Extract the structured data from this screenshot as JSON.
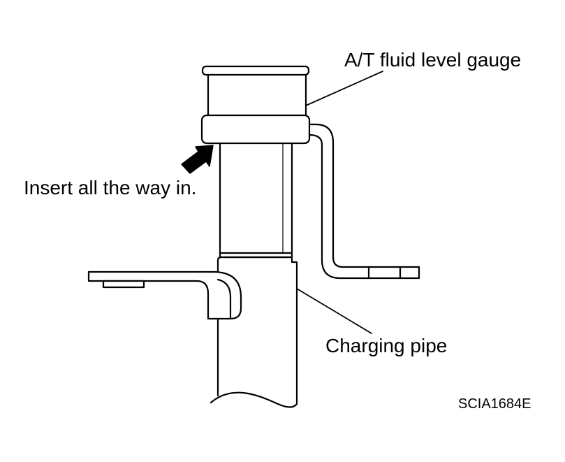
{
  "labels": {
    "gauge": "A/T fluid level gauge",
    "insert": "Insert all the way in.",
    "pipe": "Charging pipe",
    "figure_code": "SCIA1684E"
  },
  "colors": {
    "line": "#000000",
    "background": "#ffffff"
  }
}
